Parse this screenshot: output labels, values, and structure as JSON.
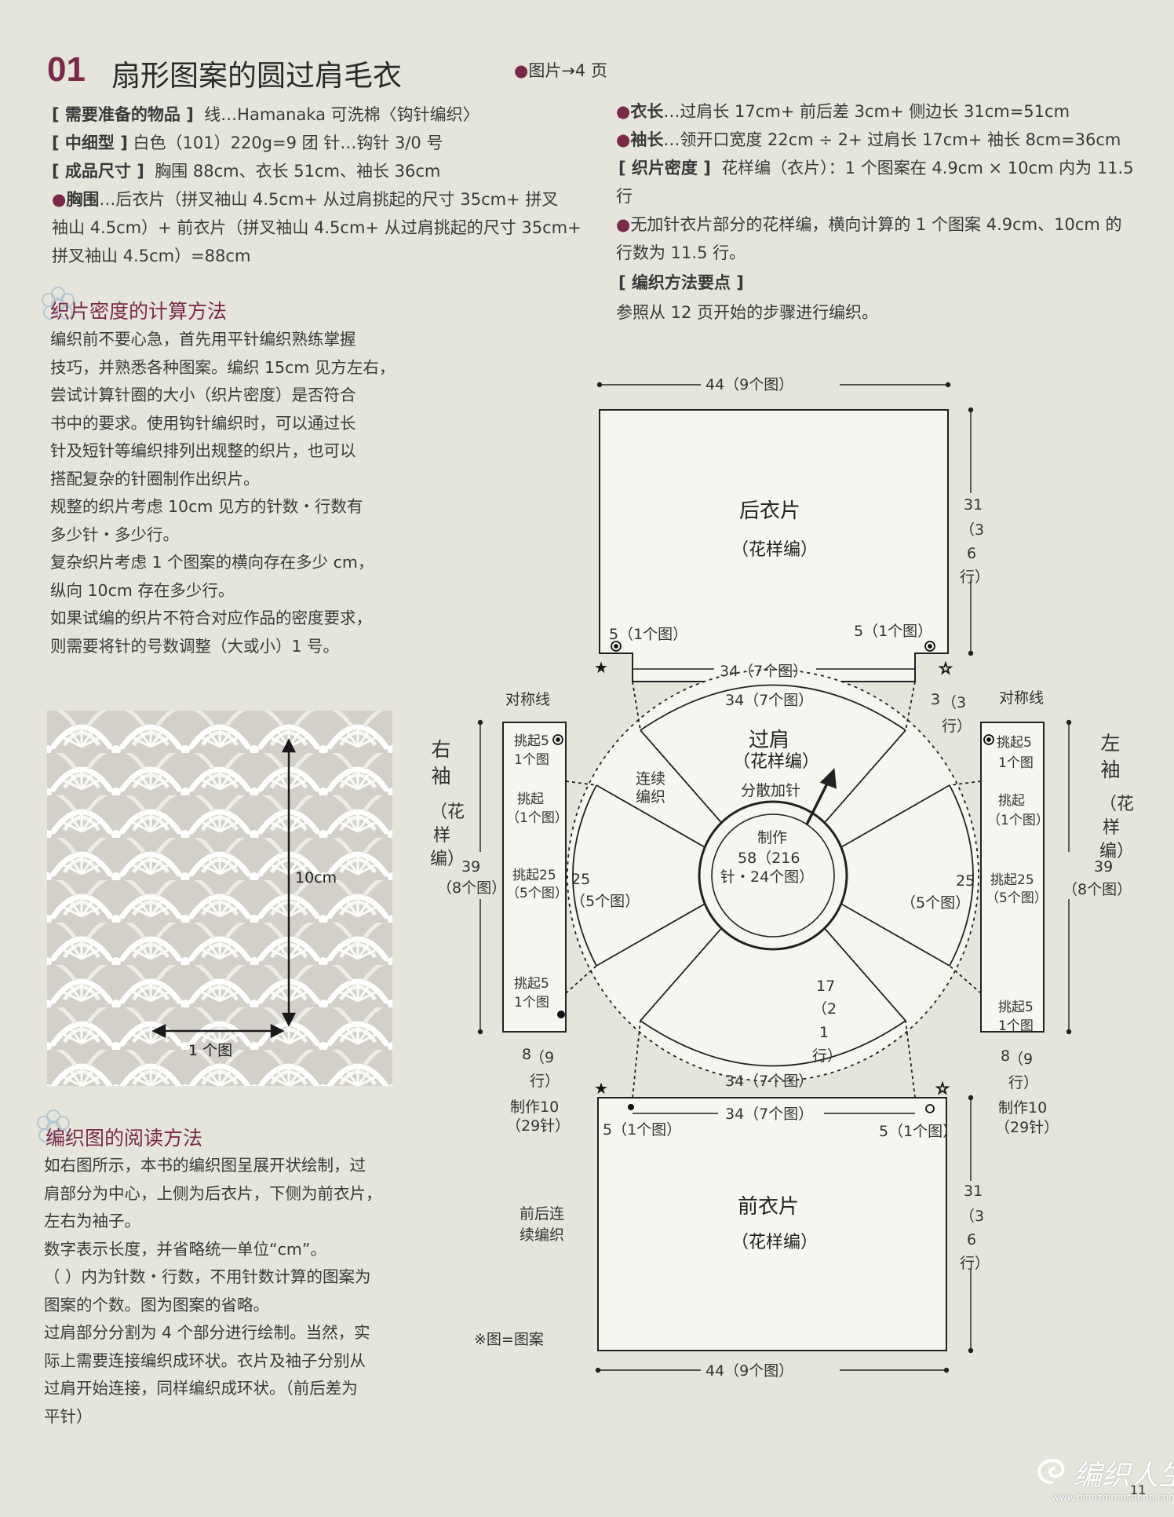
{
  "header": {
    "number": "01",
    "title": "扇形图案的圆过肩毛衣",
    "page_ref": "图片→4 页"
  },
  "materials": {
    "line1_label": "[ 需要准备的物品 ]",
    "line1_value": "线…Hamanaka  可洗棉〈钩针编织〉",
    "line2_label": "[ 中细型 ]",
    "line2_value": "白色（101）220g=9 团    针…钩针 3/0 号",
    "line3_label": "[ 成品尺寸 ]",
    "line3_value": "胸围 88cm、衣长 51cm、袖长 36cm",
    "chest_label": "胸围",
    "chest_lines": [
      "…后衣片（拼叉袖山 4.5cm+ 从过肩挑起的尺寸 35cm+ 拼叉",
      "袖山 4.5cm）+ 前衣片（拼叉袖山 4.5cm+ 从过肩挑起的尺寸 35cm+",
      "拼叉袖山 4.5cm）=88cm"
    ]
  },
  "right_top": {
    "length_label": "衣长",
    "length_value": "…过肩长 17cm+ 前后差 3cm+ 侧边长 31cm=51cm",
    "sleeve_label": "袖长",
    "sleeve_value": "…领开口宽度 22cm ÷ 2+ 过肩长 17cm+ 袖长 8cm=36cm",
    "gauge_label": "[ 织片密度 ]",
    "gauge_line1": "花样编（衣片）：1 个图案在 4.9cm × 10cm 内为 11.5",
    "gauge_line2": "行",
    "note_line1": "无加针衣片部分的花样编，横向计算的 1 个图案 4.9cm、10cm 的",
    "note_line2": "行数为 11.5 行。",
    "method_label": "[ 编织方法要点 ]",
    "method_text": "参照从 12 页开始的步骤进行编织。"
  },
  "section1": {
    "heading": "织片密度的计算方法",
    "lines": [
      "编织前不要心急，首先用平针编织熟练掌握",
      "技巧，并熟悉各种图案。编织 15cm 见方左右，",
      "尝试计算针圈的大小（织片密度）是否符合",
      "书中的要求。使用钩针编织时，可以通过长",
      "针及短针等编织排列出规整的织片，也可以",
      "搭配复杂的针圈制作出织片。",
      "规整的织片考虑 10cm 见方的针数・行数有",
      "多少针・多少行。",
      "复杂织片考虑 1 个图案的横向存在多少 cm，",
      "纵向 10cm 存在多少行。",
      "如果试编的织片不符合对应作品的密度要求，",
      "则需要将针的号数调整（大或小）1 号。"
    ]
  },
  "swatch": {
    "vertical_label": "10cm",
    "horizontal_label": "1 个图"
  },
  "section2": {
    "heading": "编织图的阅读方法",
    "lines": [
      "如右图所示，本书的编织图呈展开状绘制，过",
      "肩部分为中心，上侧为后衣片，下侧为前衣片，",
      "左右为袖子。",
      "数字表示长度，并省略统一单位“cm”。",
      "（  ）内为针数・行数，不用针数计算的图案为",
      "图案的个数。图为图案的省略。",
      "过肩部分分割为 4 个部分进行绘制。当然，实",
      "际上需要连接编织成环状。衣片及袖子分别从",
      "过肩开始连接，同样编织成环状。（前后差为",
      "平针）"
    ]
  },
  "diagram": {
    "back_title": "后衣片",
    "back_sub": "（花样编）",
    "front_title": "前衣片",
    "front_sub": "（花样编）",
    "yoke_title": "过肩",
    "yoke_sub": "（花样编）",
    "yoke_inc": "分散加针",
    "neck_l1": "制作",
    "neck_l2": "58（216",
    "neck_l3": "针・24个图）",
    "top_width": "44（9个图）",
    "bottom_width": "44（9个图）",
    "back_side_num": "31",
    "back_side_rows": "（36行）",
    "front_side_num": "31",
    "front_side_rows": "（36行）",
    "back_corner_left": "5（1个图）",
    "back_corner_right": "5（1个图）",
    "back_pick": "34（7个图）",
    "yoke_top": "34（7个图）",
    "yoke_bottom": "34（7个图）",
    "front_pick": "34（7个图）",
    "front_corner_left": "5（1个图）",
    "front_corner_right": "5（1个图）",
    "diff_num": "3",
    "diff_rows": "（3行）",
    "sym_left": "对称线",
    "sym_right": "对称线",
    "right_sleeve_title": "右袖",
    "right_sleeve_sub": "（花样编）",
    "left_sleeve_title": "左袖",
    "left_sleeve_sub": "（花样编）",
    "rs_pick5_top": "挑起5",
    "rs_pick5_top_sub": "1个图",
    "rs_pick": "挑起",
    "rs_pick_sub": "（1个图）",
    "rs_pick25": "挑起25",
    "rs_pick25_sub": "（5个图）",
    "rs_pick5_bot": "挑起5",
    "rs_pick5_bot_sub": "1个图",
    "ls_pick5_top": "挑起5",
    "ls_pick5_top_sub": "1个图",
    "ls_pick": "挑起",
    "ls_pick_sub": "（1个图）",
    "ls_pick25": "挑起25",
    "ls_pick25_sub": "（5个图）",
    "ls_pick5_bot": "挑起5",
    "ls_pick5_bot_sub": "1个图",
    "sleeve_len_l": "39",
    "sleeve_len_l_sub": "（8个图）",
    "sleeve_len_r": "39",
    "sleeve_len_r_sub": "（8个图）",
    "yoke_side_l": "25",
    "yoke_side_l_sub": "（5个图）",
    "yoke_side_r": "25",
    "yoke_side_r_sub": "（5个图）",
    "continuous": "连续",
    "continuous2": "编织",
    "yoke_depth": "17",
    "yoke_depth_rows": "（21行）",
    "cuff_l_num": "8",
    "cuff_l_rows": "（9行）",
    "cuff_r_num": "8",
    "cuff_r_rows": "（9行）",
    "make10_l": "制作10",
    "make10_l_sub": "（29针）",
    "make10_r": "制作10",
    "make10_r_sub": "（29针）",
    "front_back_l1": "前后连",
    "front_back_l2": "续编织",
    "legend": "※图=图案"
  },
  "watermark": {
    "text": "编织人生",
    "url": "www.bianzhirensheng.com",
    "page_no": "11"
  }
}
